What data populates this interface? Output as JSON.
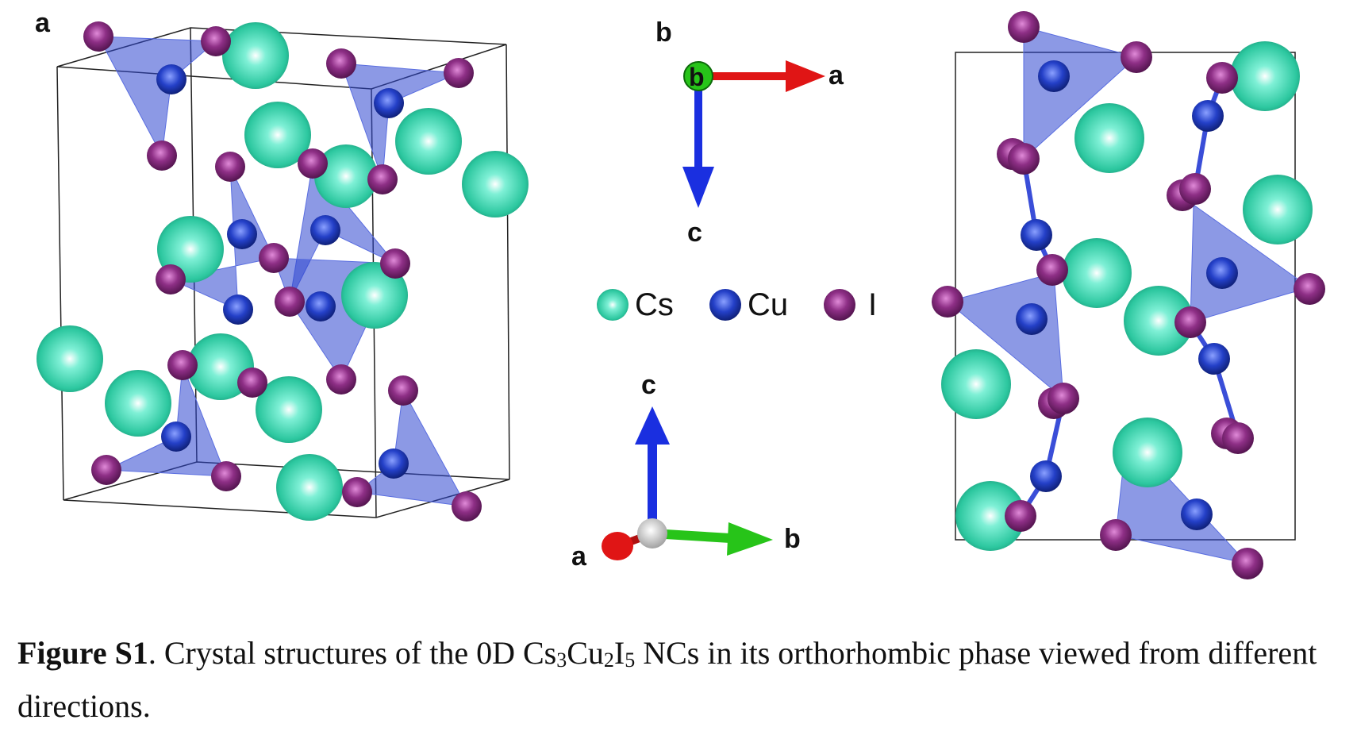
{
  "figure": {
    "panel_a_label": "a",
    "panel_b_label": "b",
    "legend": [
      {
        "label": "Cs",
        "color": "#3ddbb6"
      },
      {
        "label": "Cu",
        "color": "#1f3fc0"
      },
      {
        "label": "I",
        "color": "#8e2f86"
      }
    ],
    "axes_top": {
      "right": "a",
      "down": "c",
      "center": "b"
    },
    "axes_bottom": {
      "up": "c",
      "right": "b",
      "left": "a"
    },
    "colors": {
      "cs": "#3ddbb6",
      "cu": "#1f3fc0",
      "iodine": "#8e2f86",
      "polyhedron": "#2e46d0",
      "axis_a": "#e01515",
      "axis_b": "#27c419",
      "axis_c": "#1a2fe0"
    }
  },
  "caption": {
    "bold": "Figure S1",
    "pre": ". Crystal structures of the 0D Cs",
    "sub1": "3",
    "mid1": "Cu",
    "sub2": "2",
    "mid2": "I",
    "sub3": "5",
    "post": " NCs in its orthorhombic phase viewed from different directions."
  }
}
